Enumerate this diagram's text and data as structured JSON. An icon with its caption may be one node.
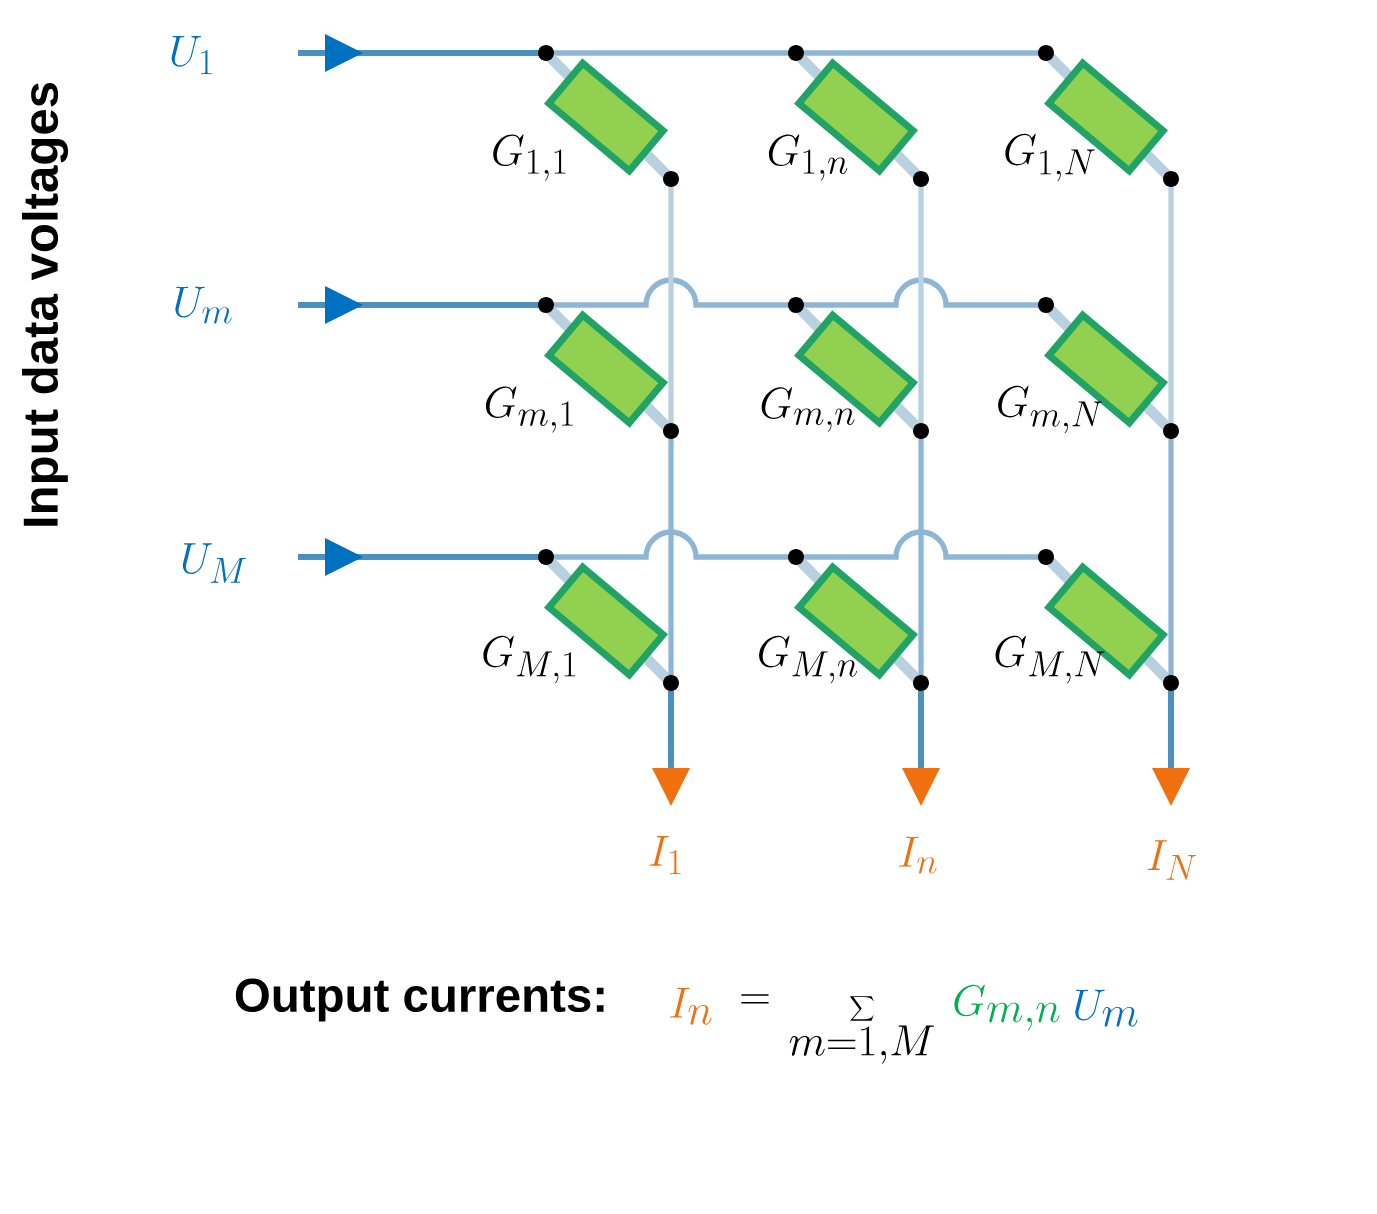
{
  "diagram": {
    "nodes": [
      {
        "text": [],
        "shape": "box",
        "beside": [
          "G_{1, 1}"
        ]
      },
      {
        "text": [],
        "shape": "box",
        "beside": [
          "G_{1, n}"
        ]
      },
      {
        "text": [],
        "shape": "box",
        "beside": [
          "G_{1, N}"
        ]
      },
      {
        "text": [],
        "shape": "box",
        "beside": [
          "G_{m, 1}"
        ]
      },
      {
        "text": [],
        "shape": "box",
        "beside": [
          "G_{m, n}"
        ]
      },
      {
        "text": [],
        "shape": "box",
        "beside": [
          "G_{m, N}"
        ]
      },
      {
        "text": [],
        "shape": "box",
        "beside": [
          "G_{M, 1}"
        ]
      },
      {
        "text": [],
        "shape": "box",
        "beside": [
          "G_{M, n}"
        ]
      },
      {
        "text": [],
        "shape": "box",
        "beside": [
          "G_{M, N}"
        ]
      }
    ],
    "labels": [
      "Input data voltages",
      "U_1",
      "U_m",
      "U_M",
      "I_1",
      "I_n",
      "I_N",
      "Output currents:",
      "I_n",
      "=",
      "\\sum_{m=1,M}",
      "G_{m,n}",
      "U_m"
    ]
  }
}
